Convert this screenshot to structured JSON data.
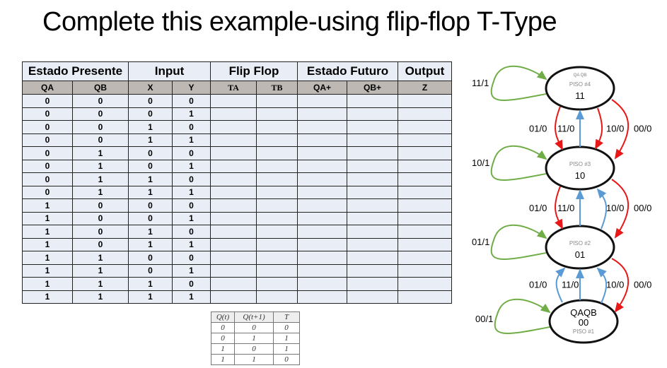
{
  "title": "Complete this example-using flip-flop T-Type",
  "table": {
    "group_headers": [
      "Estado Presente",
      "Input",
      "Flip Flop",
      "Estado Futuro",
      "Output"
    ],
    "columns": [
      "QA",
      "QB",
      "X",
      "Y",
      "TA",
      "TB",
      "QA+",
      "QB+",
      "Z"
    ],
    "rows": [
      [
        "0",
        "0",
        "0",
        "0"
      ],
      [
        "0",
        "0",
        "0",
        "1"
      ],
      [
        "0",
        "0",
        "1",
        "0"
      ],
      [
        "0",
        "0",
        "1",
        "1"
      ],
      [
        "0",
        "1",
        "0",
        "0"
      ],
      [
        "0",
        "1",
        "0",
        "1"
      ],
      [
        "0",
        "1",
        "1",
        "0"
      ],
      [
        "0",
        "1",
        "1",
        "1"
      ],
      [
        "1",
        "0",
        "0",
        "0"
      ],
      [
        "1",
        "0",
        "0",
        "1"
      ],
      [
        "1",
        "0",
        "1",
        "0"
      ],
      [
        "1",
        "0",
        "1",
        "1"
      ],
      [
        "1",
        "1",
        "0",
        "0"
      ],
      [
        "1",
        "1",
        "0",
        "1"
      ],
      [
        "1",
        "1",
        "1",
        "0"
      ],
      [
        "1",
        "1",
        "1",
        "1"
      ]
    ]
  },
  "t_table": {
    "headers": [
      "Q(t)",
      "Q(t+1)",
      "T"
    ],
    "rows": [
      [
        "0",
        "0",
        "0"
      ],
      [
        "0",
        "1",
        "1"
      ],
      [
        "1",
        "0",
        "1"
      ],
      [
        "1",
        "1",
        "0"
      ]
    ]
  },
  "diagram": {
    "states": [
      {
        "piso": "PISO #4",
        "code": "11",
        "small": "QA QB"
      },
      {
        "piso": "PISO #3",
        "code": "10"
      },
      {
        "piso": "PISO #2",
        "code": "01"
      },
      {
        "piso": "PISO #1",
        "code": "00",
        "top": "QAQB"
      }
    ],
    "self_loops": [
      "11/1",
      "10/1",
      "01/1",
      "00/1"
    ],
    "edges_4_3": [
      "01/0",
      "11/0",
      "10/0",
      "00/0"
    ],
    "edges_3_2": [
      "01/0",
      "11/0",
      "10/0",
      "00/0"
    ],
    "edges_2_1": [
      "01/0",
      "11/0",
      "10/0",
      "00/0"
    ],
    "colors": {
      "self": "#70ad47",
      "down": "#e81818",
      "up": "#5b9bd5"
    }
  }
}
